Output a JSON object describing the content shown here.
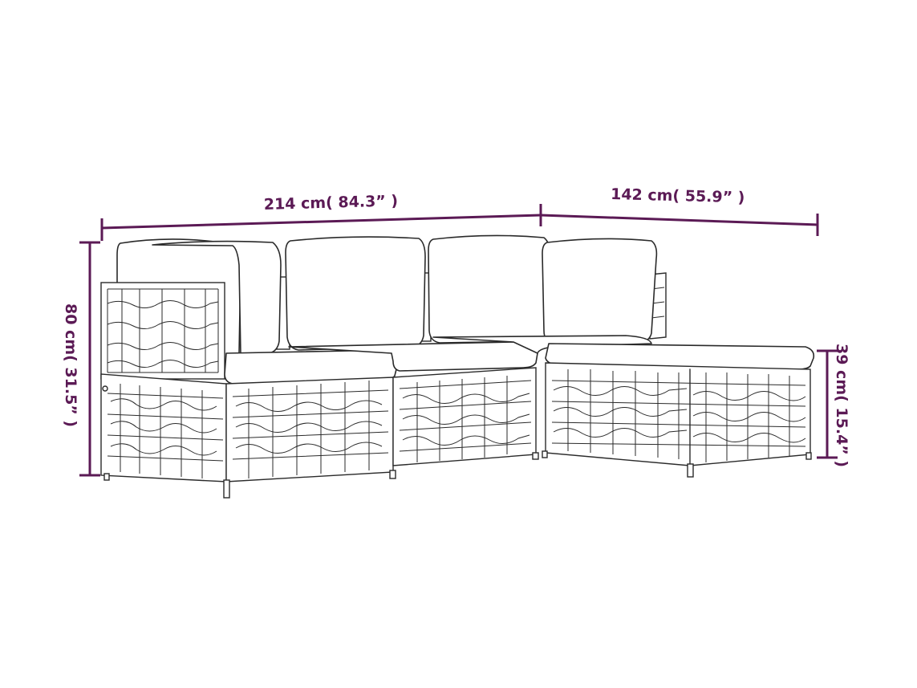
{
  "dimensions": {
    "width_sofa": "214 cm( 84.3” )",
    "width_ottoman": "142 cm( 55.9” )",
    "height_total": "80 cm( 31.5” )",
    "height_seat": "39 cm( 15.4” )"
  },
  "colors": {
    "dimension": "#5b1a55",
    "ink": "#2a2a2a",
    "background": "#ffffff"
  }
}
